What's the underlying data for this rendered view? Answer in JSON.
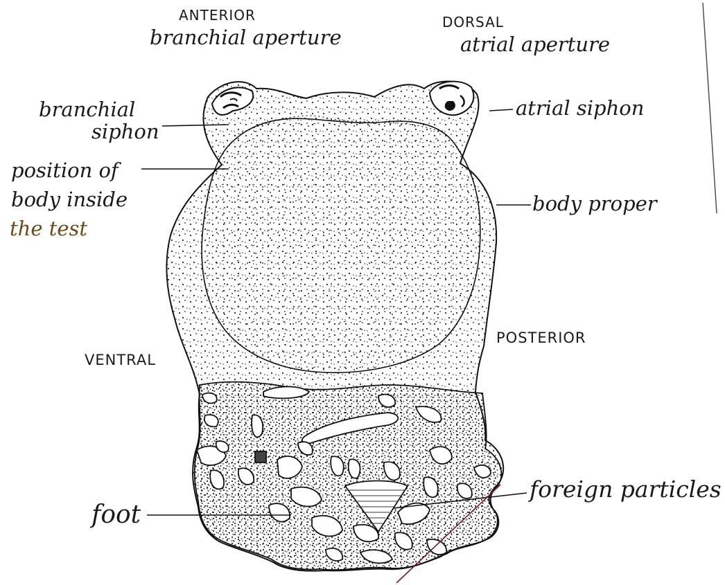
{
  "labels": {
    "anterior": "ANTERIOR",
    "branchial_aperture": "branchial aperture",
    "dorsal": "DORSAL",
    "atrial_aperture": "atrial aperture",
    "branchial_siphon_1": "branchial",
    "branchial_siphon_2": "siphon",
    "atrial_siphon": "atrial siphon",
    "position_line1": "position of",
    "position_line2": "body inside",
    "position_line3": "the test",
    "body_proper": "body proper",
    "ventral": "VENTRAL",
    "posterior": "POSTERIOR",
    "foreign_particles": "foreign particles",
    "foot": "foot"
  },
  "colors": {
    "ink": "#1a1a1a",
    "brown_ink": "#6b4a16",
    "red_line": "#7a1d1d"
  }
}
